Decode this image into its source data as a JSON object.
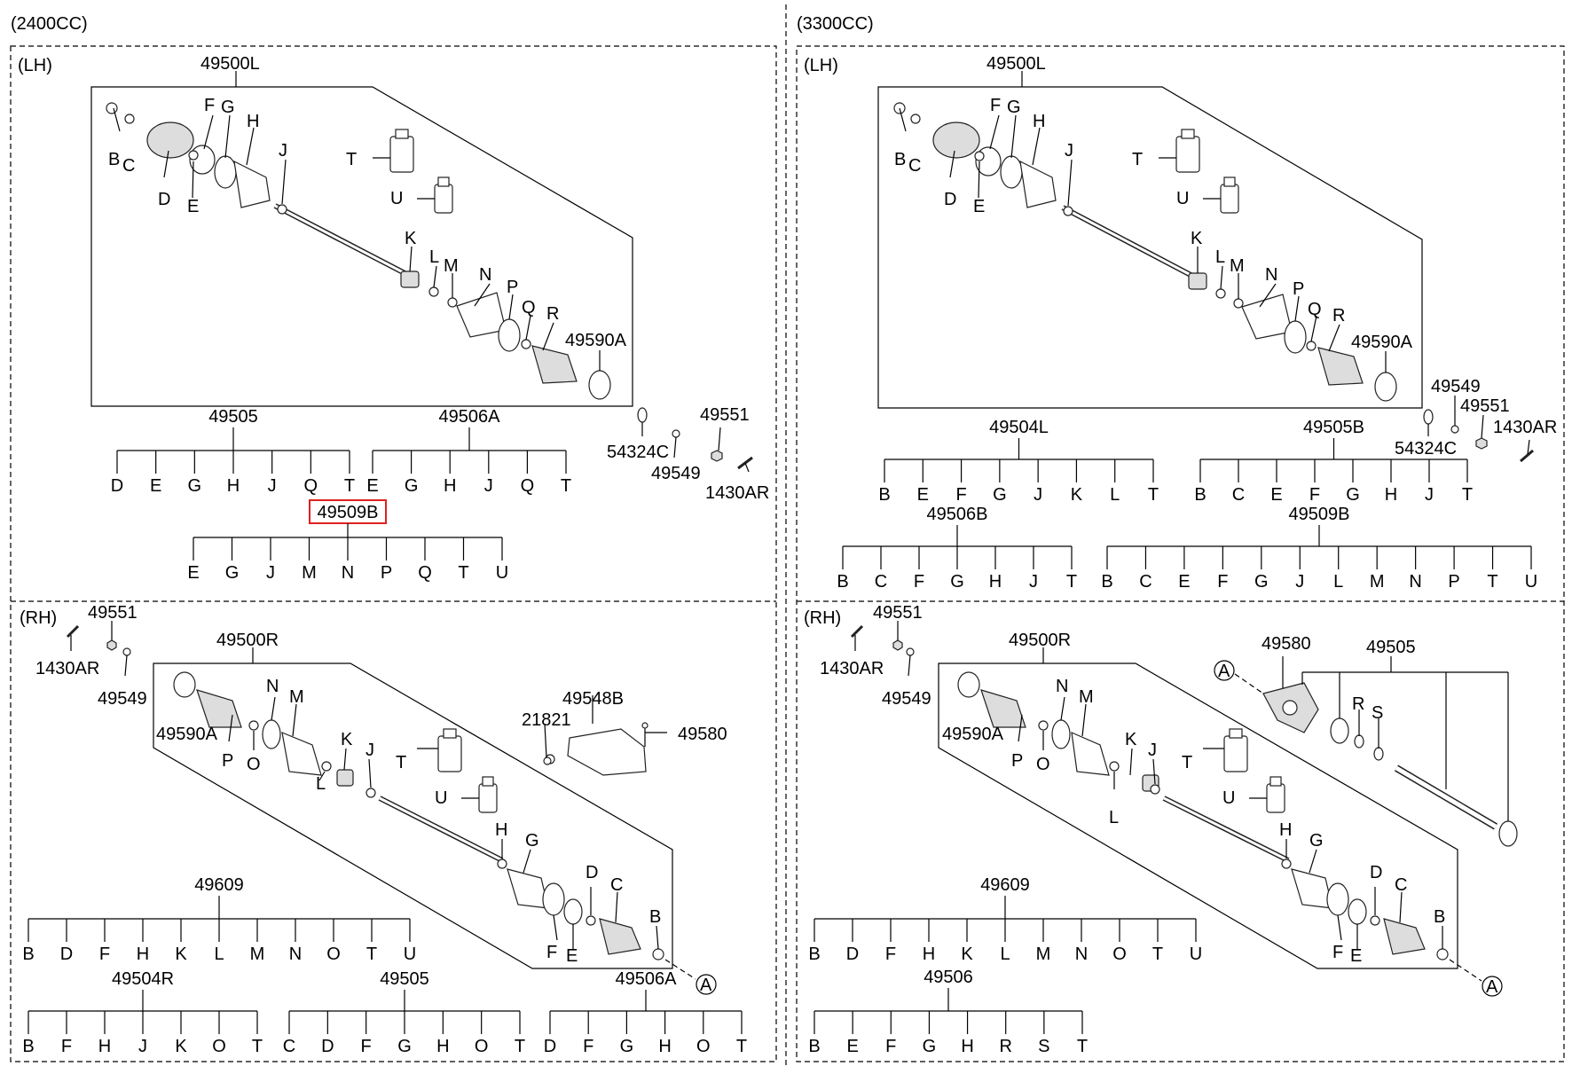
{
  "sections": {
    "left_engine": "(2400CC)",
    "right_engine": "(3300CC)",
    "lh": "(LH)",
    "rh": "(RH)"
  },
  "q1": {
    "assembly": "49500L",
    "labels": [
      "B",
      "C",
      "D",
      "E",
      "F",
      "G",
      "H",
      "J",
      "K",
      "L",
      "M",
      "N",
      "P",
      "Q",
      "R",
      "T",
      "U"
    ],
    "part_nums": [
      "49590A",
      "54324C",
      "49549",
      "49551",
      "1430AR"
    ],
    "kits": [
      {
        "num": "49505",
        "items": [
          "D",
          "E",
          "G",
          "H",
          "J",
          "Q",
          "T"
        ]
      },
      {
        "num": "49506A",
        "items": [
          "E",
          "G",
          "H",
          "J",
          "Q",
          "T"
        ]
      },
      {
        "num": "49509B",
        "items": [
          "E",
          "G",
          "J",
          "M",
          "N",
          "P",
          "Q",
          "T",
          "U"
        ],
        "highlighted": true
      }
    ]
  },
  "q2": {
    "assembly": "49500L",
    "labels": [
      "B",
      "C",
      "D",
      "E",
      "F",
      "G",
      "H",
      "J",
      "K",
      "L",
      "M",
      "N",
      "P",
      "Q",
      "R",
      "T",
      "U"
    ],
    "part_nums": [
      "49590A",
      "54324C",
      "49549",
      "49551",
      "1430AR"
    ],
    "kits": [
      {
        "num": "49504L",
        "items": [
          "B",
          "E",
          "F",
          "G",
          "J",
          "K",
          "L",
          "T"
        ]
      },
      {
        "num": "49505B",
        "items": [
          "B",
          "C",
          "E",
          "F",
          "G",
          "H",
          "J",
          "T"
        ]
      },
      {
        "num": "49506B",
        "items": [
          "B",
          "C",
          "F",
          "G",
          "H",
          "J",
          "T"
        ]
      },
      {
        "num": "49509B",
        "items": [
          "B",
          "C",
          "E",
          "F",
          "G",
          "J",
          "L",
          "M",
          "N",
          "P",
          "T",
          "U"
        ]
      }
    ]
  },
  "q3": {
    "assembly": "49500R",
    "labels": [
      "N",
      "M",
      "P",
      "O",
      "K",
      "J",
      "L",
      "T",
      "U",
      "H",
      "G",
      "D",
      "C",
      "B",
      "F",
      "E"
    ],
    "part_nums": [
      "49551",
      "1430AR",
      "49549",
      "49590A",
      "49548B",
      "21821",
      "49580"
    ],
    "ref": "A",
    "kits": [
      {
        "num": "49609",
        "items": [
          "B",
          "D",
          "F",
          "H",
          "K",
          "L",
          "M",
          "N",
          "O",
          "T",
          "U"
        ]
      },
      {
        "num": "49504R",
        "items": [
          "B",
          "F",
          "H",
          "J",
          "K",
          "O",
          "T"
        ]
      },
      {
        "num": "49505",
        "items": [
          "C",
          "D",
          "F",
          "G",
          "H",
          "O",
          "T"
        ]
      },
      {
        "num": "49506A",
        "items": [
          "D",
          "F",
          "G",
          "H",
          "O",
          "T"
        ]
      }
    ]
  },
  "q4": {
    "assembly": "49500R",
    "labels": [
      "N",
      "M",
      "P",
      "O",
      "K",
      "J",
      "L",
      "T",
      "U",
      "H",
      "G",
      "D",
      "C",
      "B",
      "F",
      "E",
      "R",
      "S"
    ],
    "part_nums": [
      "49551",
      "1430AR",
      "49549",
      "49590A",
      "49580",
      "49505"
    ],
    "ref": "A",
    "kits": [
      {
        "num": "49609",
        "items": [
          "B",
          "D",
          "F",
          "H",
          "K",
          "L",
          "M",
          "N",
          "O",
          "T",
          "U"
        ]
      },
      {
        "num": "49506",
        "items": [
          "B",
          "E",
          "F",
          "G",
          "H",
          "R",
          "S",
          "T"
        ]
      }
    ]
  },
  "colors": {
    "highlight": "#e02020",
    "line": "#000000"
  }
}
